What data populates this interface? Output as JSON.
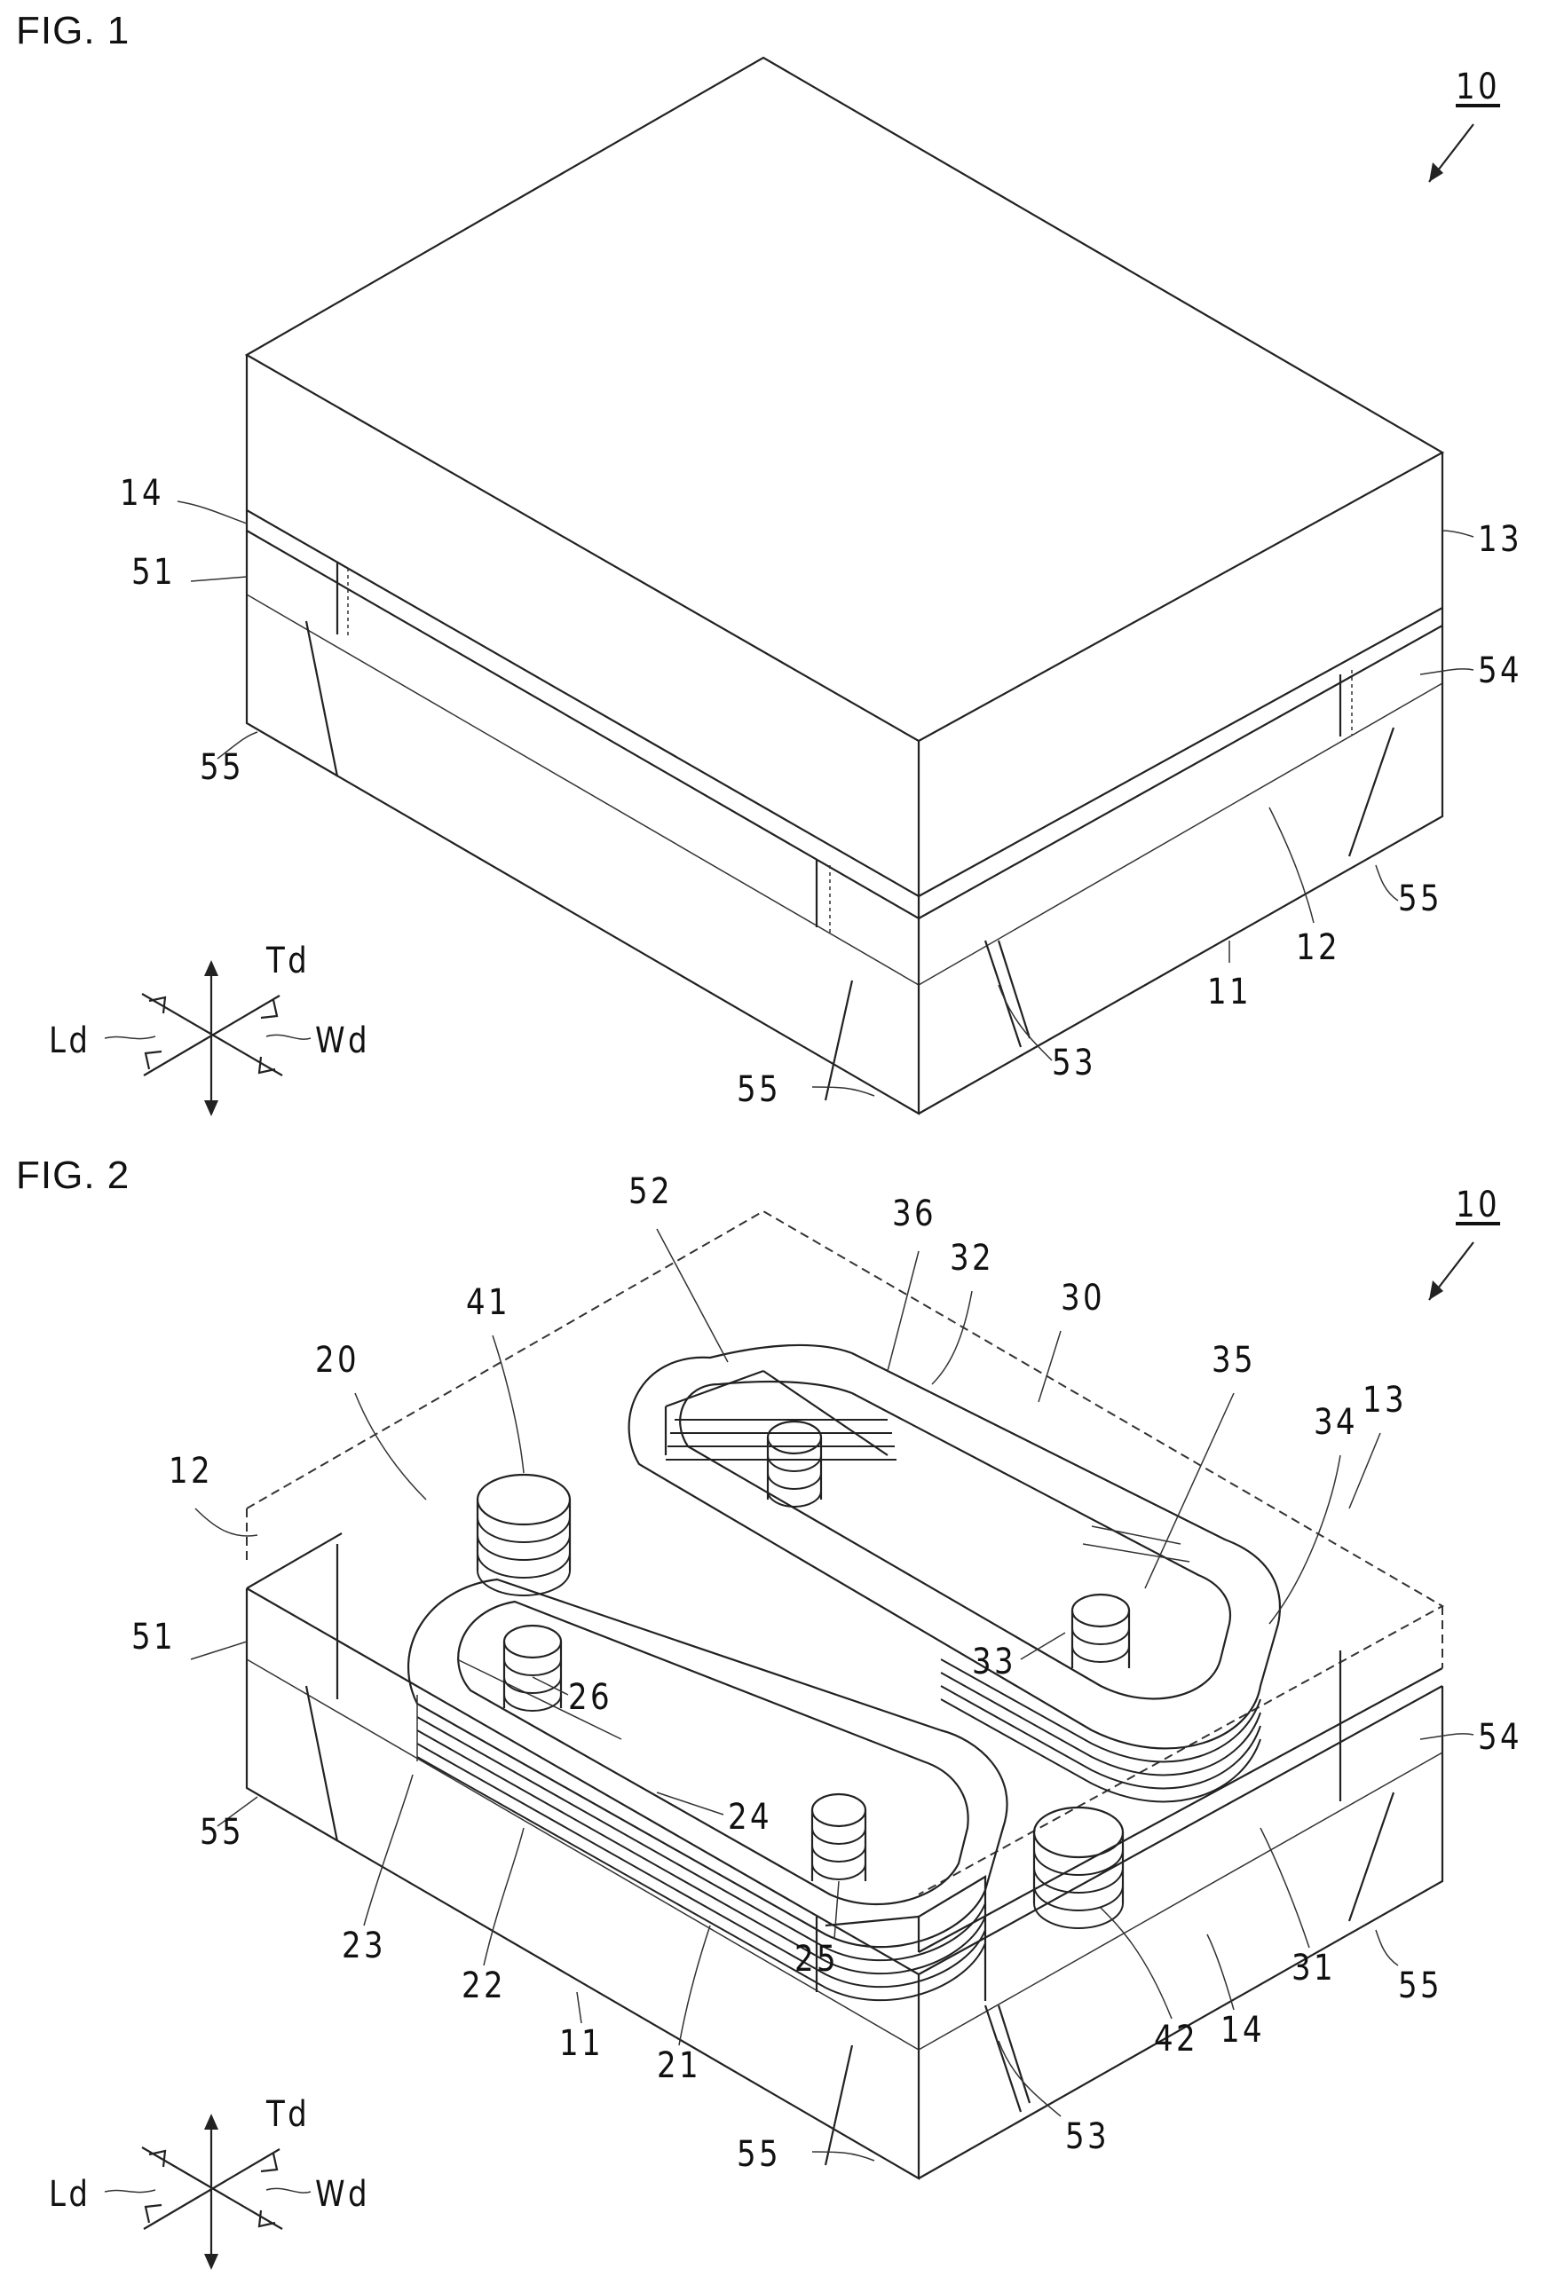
{
  "figures": [
    {
      "label": "FIG. 1",
      "ref_main": "10",
      "refs": {
        "r14": "14",
        "r51": "51",
        "r55a": "55",
        "r13": "13",
        "r54": "54",
        "r55b": "55",
        "r12": "12",
        "r11": "11",
        "r53": "53",
        "r55c": "55"
      },
      "axes": {
        "td": "Td",
        "ld": "Ld",
        "wd": "Wd"
      }
    },
    {
      "label": "FIG. 2",
      "ref_main": "10",
      "refs": {
        "r52": "52",
        "r36": "36",
        "r32": "32",
        "r41": "41",
        "r30": "30",
        "r20": "20",
        "r35": "35",
        "r12": "12",
        "r13": "13",
        "r34": "34",
        "r51": "51",
        "r33": "33",
        "r26": "26",
        "r54": "54",
        "r24": "24",
        "r55a": "55",
        "r23": "23",
        "r25": "25",
        "r22": "22",
        "r31": "31",
        "r55b": "55",
        "r11": "11",
        "r42": "42",
        "r21": "21",
        "r53": "53",
        "r14": "14",
        "r55c": "55"
      },
      "axes": {
        "td": "Td",
        "ld": "Ld",
        "wd": "Wd"
      }
    }
  ]
}
